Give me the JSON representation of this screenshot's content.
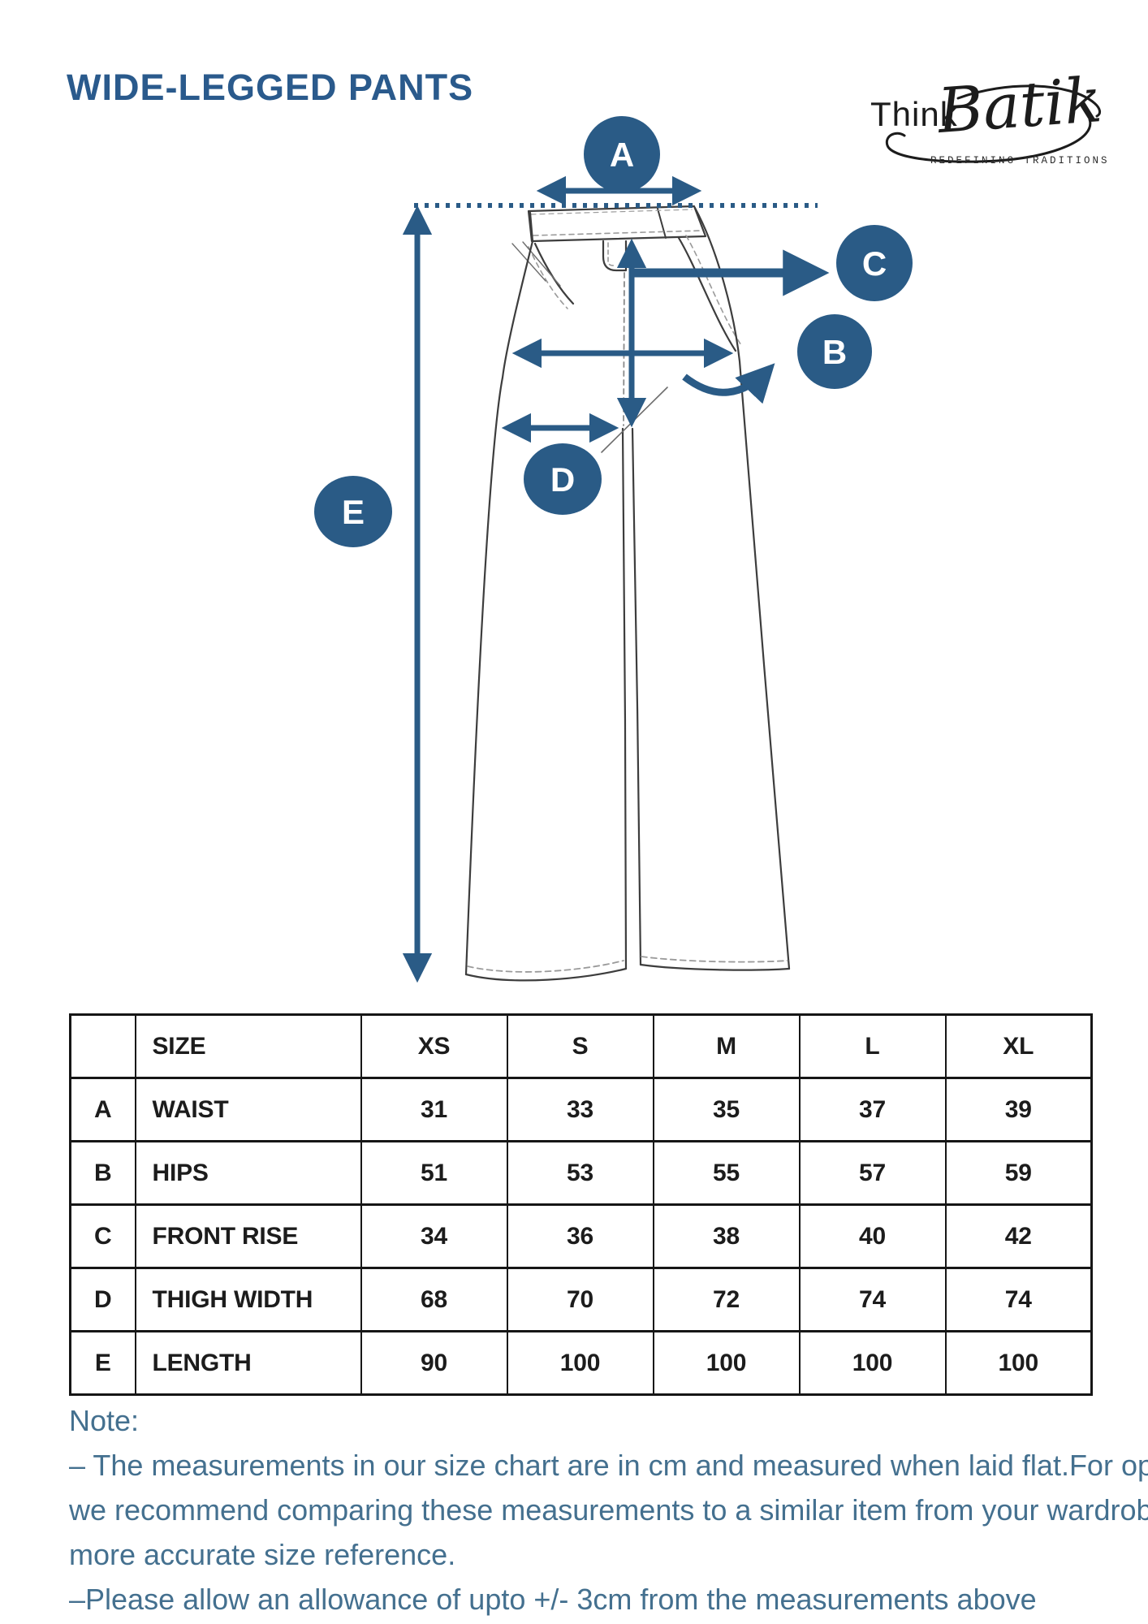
{
  "page": {
    "title": "WIDE-LEGGED PANTS"
  },
  "logo": {
    "think": "Think",
    "batik": "Batik",
    "tagline": "REDEFINING TRADITIONS"
  },
  "diagram": {
    "circles": [
      {
        "label": "A",
        "meaning": "waist"
      },
      {
        "label": "B",
        "meaning": "hips"
      },
      {
        "label": "C",
        "meaning": "front rise"
      },
      {
        "label": "D",
        "meaning": "thigh width"
      },
      {
        "label": "E",
        "meaning": "length"
      }
    ]
  },
  "table": {
    "header": {
      "c0": "",
      "c1": "SIZE",
      "c2": "XS",
      "c3": "S",
      "c4": "M",
      "c5": "L",
      "c6": "XL"
    },
    "rows": [
      {
        "key": "A",
        "label": "WAIST",
        "v0": "31",
        "v1": "33",
        "v2": "35",
        "v3": "37",
        "v4": "39"
      },
      {
        "key": "B",
        "label": "HIPS",
        "v0": "51",
        "v1": "53",
        "v2": "55",
        "v3": "57",
        "v4": "59"
      },
      {
        "key": "C",
        "label": "FRONT RISE",
        "v0": "34",
        "v1": "36",
        "v2": "38",
        "v3": "40",
        "v4": "42"
      },
      {
        "key": "D",
        "label": "THIGH WIDTH",
        "v0": "68",
        "v1": "70",
        "v2": "72",
        "v3": "74",
        "v4": "74"
      },
      {
        "key": "E",
        "label": "LENGTH",
        "v0": "90",
        "v1": "100",
        "v2": "100",
        "v3": "100",
        "v4": "100"
      }
    ]
  },
  "note": {
    "heading": "Note:",
    "lines": [
      "– The measurements in our size chart are in cm and measured when laid flat.For optimal fitting,",
      "we recommend comparing these measurements to a similar item from your wardrobe to get a",
      "more accurate size reference.",
      "–Please allow an allowance of upto +/- 3cm from the measurements above"
    ]
  },
  "colors": {
    "accent_blue": "#2a5b86",
    "title_blue": "#2a5a8c",
    "note_blue": "#44708f",
    "line_dark": "#3d3d3d",
    "table_border": "#161616"
  }
}
